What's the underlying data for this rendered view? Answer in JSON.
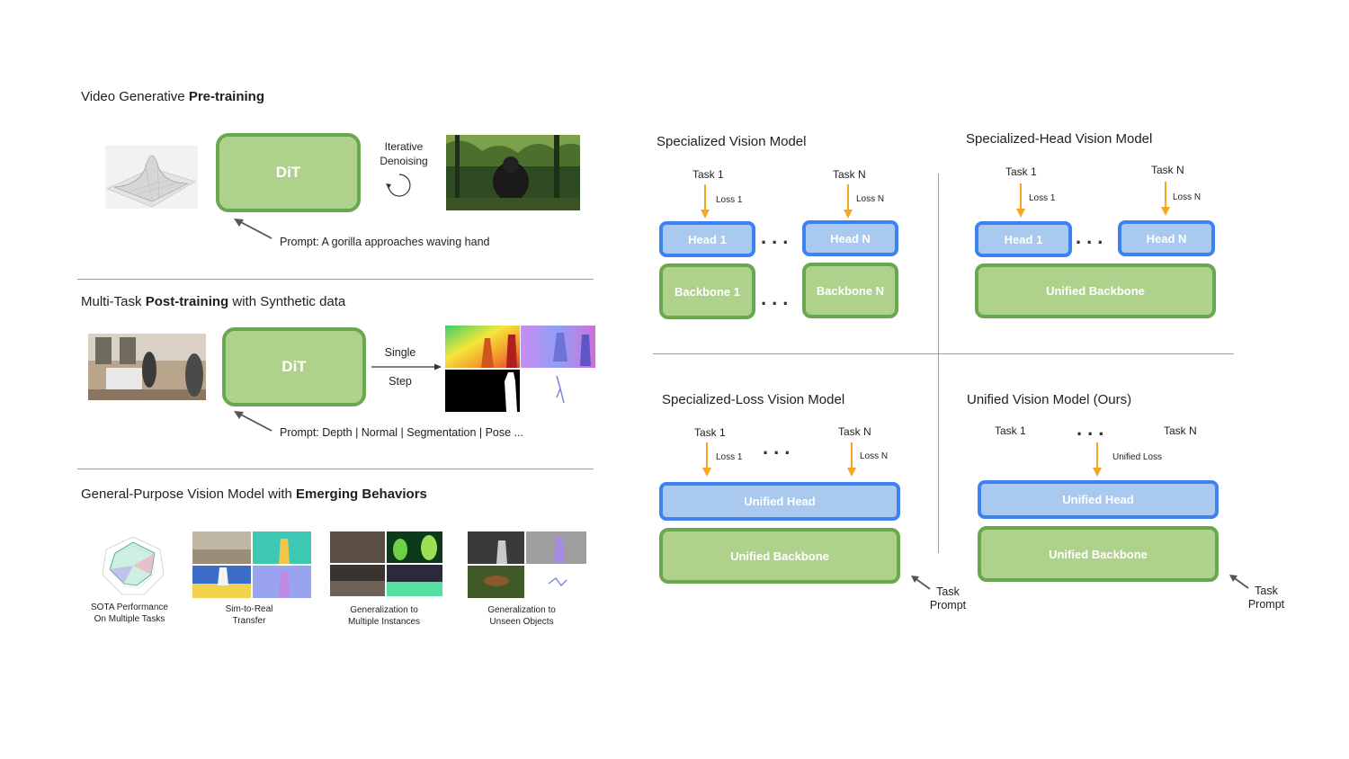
{
  "left": {
    "section1": {
      "title_prefix": "Video Generative ",
      "title_bold": "Pre-training",
      "model": "DiT",
      "process": "Iterative Denoising",
      "prompt": "Prompt: A gorilla approaches waving hand"
    },
    "section2": {
      "title_prefix": "Multi-Task ",
      "title_bold": "Post-training",
      "title_suffix": " with Synthetic data",
      "model": "DiT",
      "step_top": "Single",
      "step_bottom": "Step",
      "prompt": "Prompt: Depth | Normal | Segmentation | Pose ..."
    },
    "section3": {
      "title_prefix": "General-Purpose Vision Model with ",
      "title_bold": "Emerging Behaviors",
      "captions": [
        "SOTA Performance\nOn Multiple Tasks",
        "Sim-to-Real\nTransfer",
        "Generalization to\nMultiple Instances",
        "Generalization to\nUnseen Objects"
      ]
    }
  },
  "right": {
    "specialized": {
      "title": "Specialized Vision Model",
      "task1": "Task 1",
      "taskN": "Task N",
      "loss1": "Loss 1",
      "lossN": "Loss N",
      "head1": "Head 1",
      "headN": "Head N",
      "backbone1": "Backbone 1",
      "backboneN": "Backbone N"
    },
    "specialized_head": {
      "title": "Specialized-Head Vision Model",
      "task1": "Task 1",
      "taskN": "Task N",
      "loss1": "Loss 1",
      "lossN": "Loss N",
      "head1": "Head 1",
      "headN": "Head N",
      "backbone": "Unified Backbone"
    },
    "specialized_loss": {
      "title": "Specialized-Loss Vision Model",
      "task1": "Task 1",
      "taskN": "Task N",
      "loss1": "Loss 1",
      "lossN": "Loss N",
      "head": "Unified Head",
      "backbone": "Unified Backbone",
      "prompt": "Task\nPrompt"
    },
    "unified": {
      "title": "Unified Vision Model (Ours)",
      "task1": "Task 1",
      "taskN": "Task N",
      "loss": "Unified Loss",
      "head": "Unified Head",
      "backbone": "Unified Backbone",
      "prompt": "Task\nPrompt"
    },
    "dots": "...",
    "colors": {
      "green_fill": "#aed18c",
      "green_border": "#6aa84f",
      "blue_fill": "#a9c9ef",
      "blue_border": "#3c82f0",
      "arrow": "#f6a623"
    }
  }
}
